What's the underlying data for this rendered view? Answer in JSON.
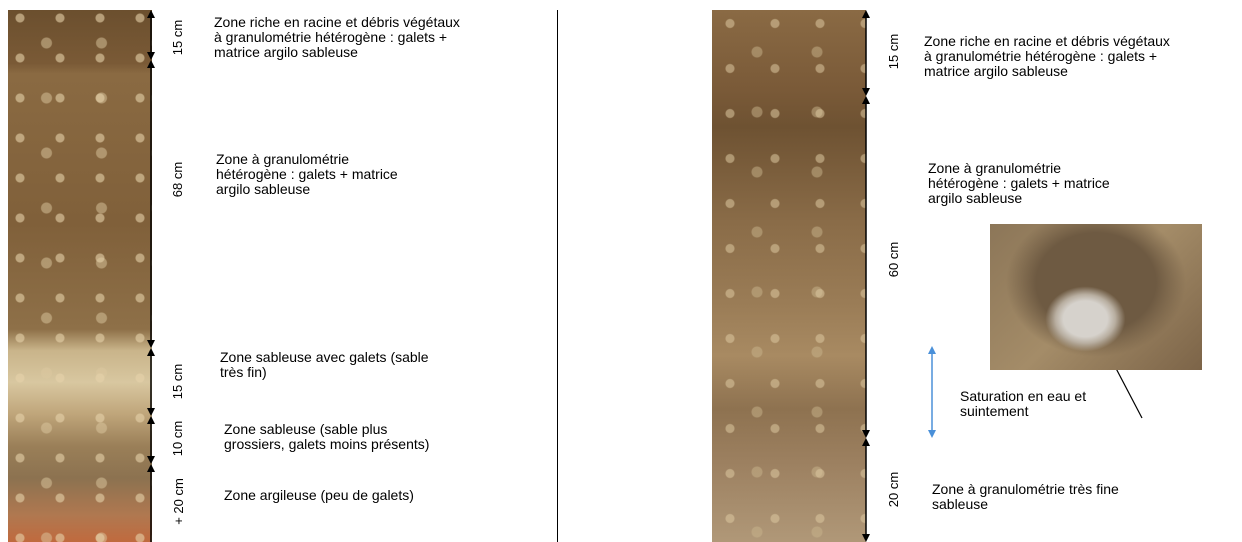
{
  "left_profile": {
    "labels": [
      "Zone riche en racine et débris végétaux\nà granulométrie hétérogène : galets +\nmatrice argilo sableuse",
      "Zone à granulométrie\nhétérogène : galets + matrice\nargilo sableuse",
      "Zone sableuse avec galets (sable\ntrès fin)",
      "Zone sableuse (sable plus\ngrossiers, galets moins présents)",
      "Zone argileuse (peu de galets)"
    ],
    "measures": [
      "15 cm",
      "68 cm",
      "15 cm",
      "10 cm",
      "+ 20 cm"
    ]
  },
  "right_profile": {
    "labels": [
      "Zone riche en racine et débris végétaux\nà granulométrie hétérogène : galets +\nmatrice argilo sableuse",
      "Zone à granulométrie\nhétérogène : galets + matrice\nargilo sableuse",
      "Zone à granulométrie très fine\nsableuse"
    ],
    "measures": [
      "15 cm",
      "60 cm",
      "20 cm"
    ],
    "saturation_label": "Saturation en eau et\nsuintement"
  },
  "colors": {
    "saturation_arrow": "#4a90d9"
  }
}
